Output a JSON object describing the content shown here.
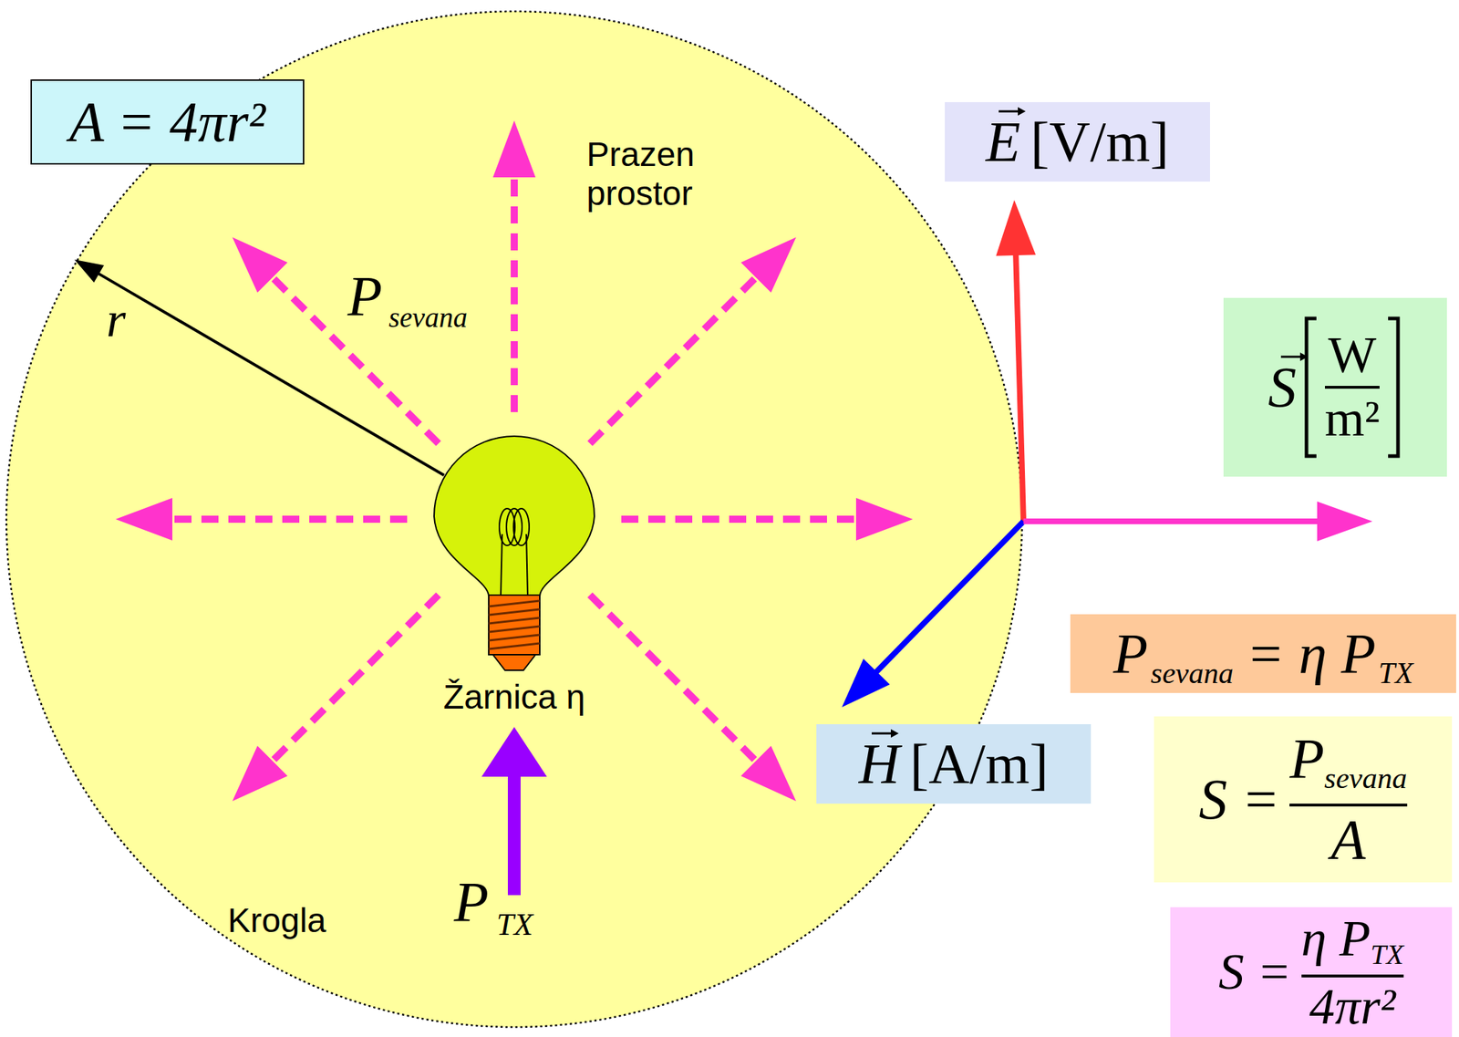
{
  "diagram": {
    "nodes": [
      {
        "text": [
          "Prazen prostor",
          "Krogla"
        ]
      },
      {
        "text": [
          "Žarnica η"
        ],
        "in": 0
      },
      {
        "text": [
          "A = 4πr²"
        ]
      },
      {
        "text": [
          "E",
          "[V/m]"
        ]
      },
      {
        "text": [
          "S",
          "W",
          "m²"
        ]
      },
      {
        "text": [
          "H",
          "[A/m]"
        ]
      },
      {
        "text": [
          "P",
          "sevana",
          "= η P",
          "TX"
        ]
      },
      {
        "text": [
          "S =",
          "P",
          "sevana",
          "A"
        ]
      },
      {
        "text": [
          "S =",
          "η P",
          "TX",
          "4πr²"
        ]
      }
    ],
    "labels": [
      "P",
      "sevana",
      "r",
      "P",
      "TX"
    ]
  }
}
